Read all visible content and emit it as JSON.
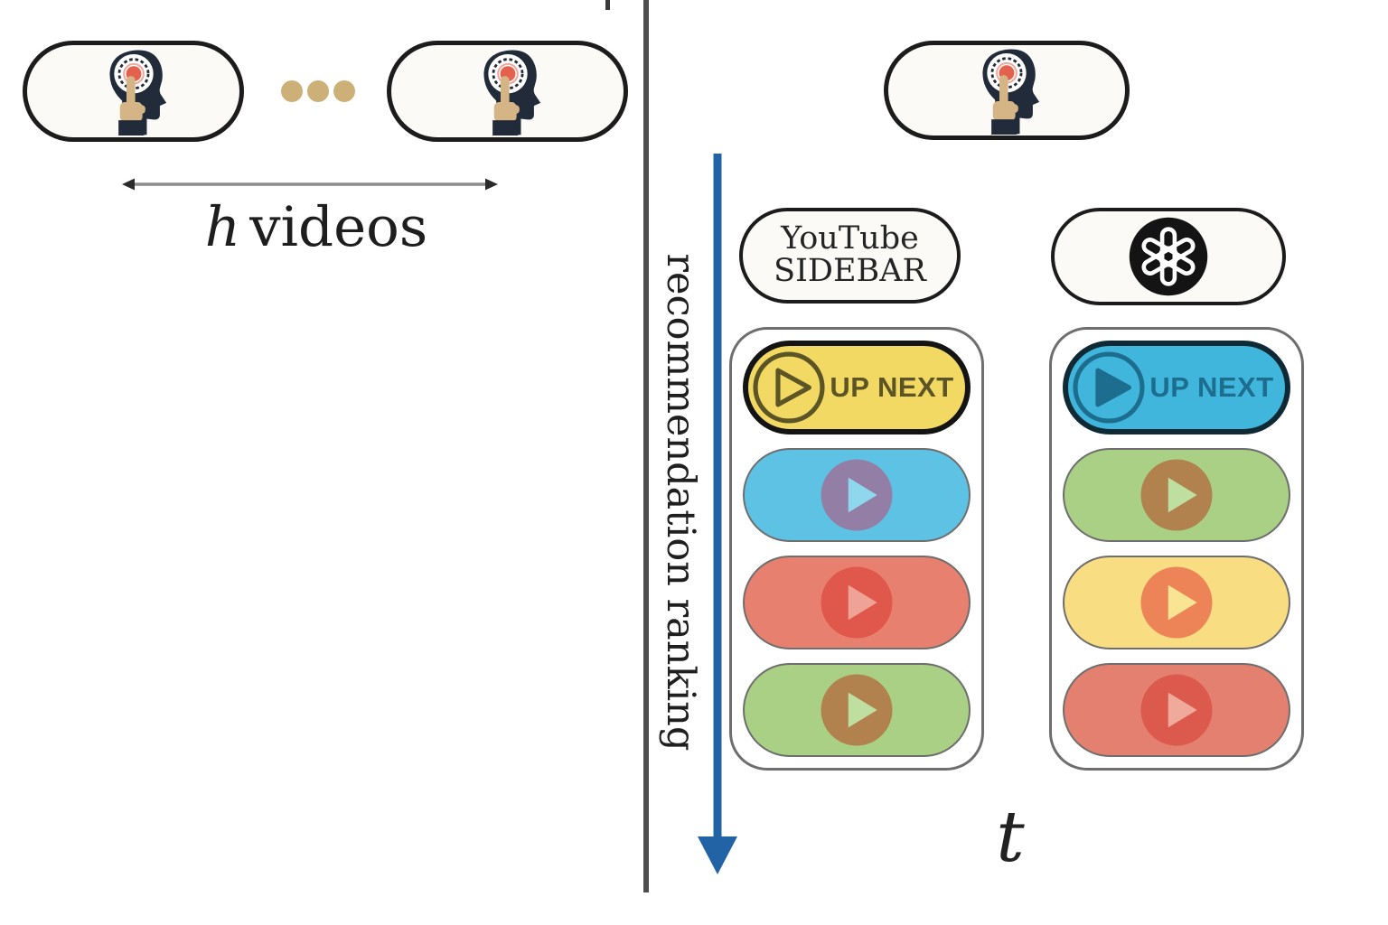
{
  "figure": {
    "left": {
      "history_capsules": [
        {
          "icon": "mind-press"
        },
        {
          "icon": "mind-press"
        }
      ],
      "ellipsis": {
        "dot_count": 3,
        "color": "#cdb078"
      },
      "span_label": {
        "math": "h",
        "text": "videos"
      }
    },
    "divider_color": "#4d4d4d",
    "right": {
      "user_capsule": {
        "icon": "mind-press"
      },
      "axis": {
        "label": "recommendation ranking",
        "arrow_color": "#2263a5"
      },
      "columns": [
        {
          "id": "youtube-sidebar",
          "header_lines": [
            "YouTube",
            "SIDEBAR"
          ],
          "videos": [
            {
              "kind": "up-next",
              "label": "UP NEXT",
              "icon_style": "outline",
              "fill": "#f2d964",
              "accent": "#5b5424",
              "border": "#141414"
            },
            {
              "kind": "video",
              "fill": "#5ec2e4",
              "circle": "#937fa5",
              "triangle": "#8ed7ed"
            },
            {
              "kind": "video",
              "fill": "#e8806f",
              "circle": "#e0574b",
              "triangle": "#efa296"
            },
            {
              "kind": "video",
              "fill": "#a9d084",
              "circle": "#b1814e",
              "triangle": "#bedfa0"
            }
          ]
        },
        {
          "id": "chatgpt",
          "header_icon": "openai-logo",
          "videos": [
            {
              "kind": "up-next",
              "label": "UP NEXT",
              "icon_style": "solid",
              "fill": "#41b6dc",
              "accent": "#1d6d8e",
              "border": "#102a35"
            },
            {
              "kind": "video",
              "fill": "#a9d084",
              "circle": "#b1814e",
              "triangle": "#bedfa0"
            },
            {
              "kind": "video",
              "fill": "#f8dd82",
              "circle": "#ec8457",
              "triangle": "#f8e492"
            },
            {
              "kind": "video",
              "fill": "#e4806f",
              "circle": "#dc5a4d",
              "triangle": "#efaa9c"
            }
          ]
        }
      ],
      "time_label": "t"
    }
  }
}
